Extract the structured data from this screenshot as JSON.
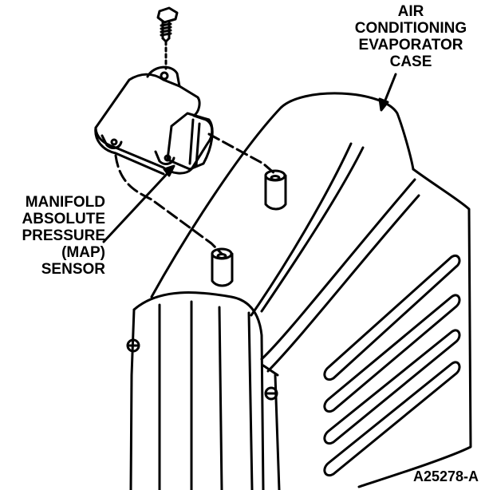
{
  "diagram": {
    "callouts": {
      "evaporator_case": [
        "AIR",
        "CONDITIONING",
        "EVAPORATOR",
        "CASE"
      ],
      "map_sensor": [
        "MANIFOLD",
        "ABSOLUTE",
        "PRESSURE",
        "(MAP)",
        "SENSOR"
      ]
    },
    "figure_id": "A25278-A"
  }
}
